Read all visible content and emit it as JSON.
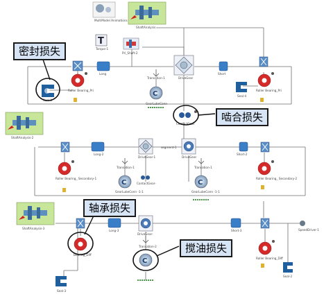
{
  "callouts": {
    "seal_loss": "密封损失",
    "mesh_loss": "啮合损失",
    "bearing_loss": "轴承损失",
    "churning_loss": "搅油损失"
  },
  "labels": {
    "multibody": "MultiModel Animations",
    "shaft_analysis_top": "ShaftAnalysis",
    "torque": "Torque-1",
    "pri_shaft": "Pri_Shaft-2",
    "long_1": "Long",
    "rb_pri": "Roller Bearing_Pri",
    "seal_1": "Seal-1",
    "translation_1a": "Transation-1",
    "gear_conn_1": "GearLubeConn",
    "drivegear_1": "DriveGear",
    "short_1": "Short",
    "rb_pri_2": "Roller Bearing_Pri",
    "seal_4": "Seal-4",
    "contact_gear_1": "ContactGear",
    "shaft_analysis_2": "ShaftAnalysis-2",
    "long_2": "Long-2",
    "drivegear_2": "DriveGear-1",
    "segment_1": "segment-1",
    "drivegear_3": "DriveGear",
    "short_2": "Short-2",
    "rb_sec_1": "Roller Bearing_ Secondary-1",
    "translation_1b": "Transation-1",
    "contact_gear_2": "ContactGear-",
    "translation_1c": "Transation-1",
    "gear_conn_2": "GearLubeConn -1-1",
    "gear_conn_3": "GearLubeConn -1-1",
    "rb_sec_2": "Roller Bearing_ Secondary-2",
    "shaft_analysis_3": "ShaftAnalysis-3",
    "long_3": "Long-3",
    "drivegear_4": "DriveGear-",
    "short_3": "Short-3",
    "speed_driver": "SpeedDriver-1",
    "bearing_diff": "Bearing_Diff",
    "translation_2": "Transation-2",
    "rb_diff_2": "Roller Bearing_Diff",
    "seal_2": "Seal-2",
    "seal_3": "Seal-3"
  },
  "colors": {
    "callout_bg": "#d6e4f5",
    "bearing_red": "#d42a2a",
    "seal_blue": "#1f5f9e",
    "block_blue": "#3a7ec8",
    "shaft_green": "#c8e69a",
    "line_gray": "#6e6e6e"
  }
}
